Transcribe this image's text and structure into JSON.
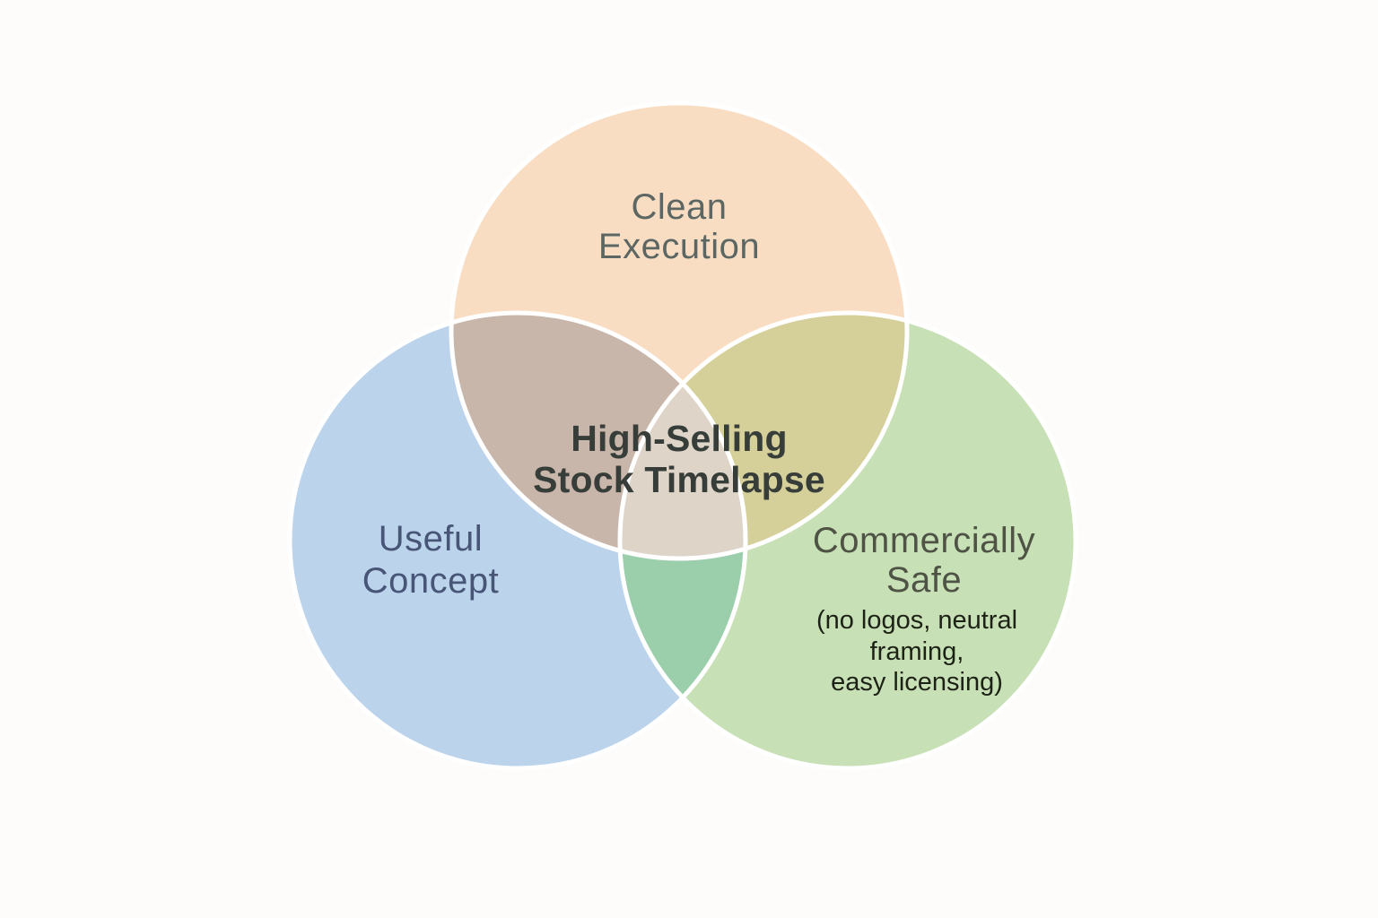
{
  "background": "#fdfcfa",
  "diagram": {
    "stroke_color": "#ffffff",
    "center_label": {
      "line1": "High-Selling",
      "line2": "Stock Timelapse",
      "color": "#373d39"
    },
    "circles": {
      "top": {
        "label_line1": "Clean",
        "label_line2": "Execution",
        "fill": "#f9ddc2",
        "text_color": "#5c6663"
      },
      "left": {
        "label_line1": "Useful",
        "label_line2": "Concept",
        "fill": "#bcd3ec",
        "text_color": "#475677"
      },
      "right": {
        "label_line1": "Commercially",
        "label_line2": "Safe",
        "fill": "#c8e0b5",
        "text_color": "#4e5345",
        "caption_line1": "(no logos, neutral",
        "caption_line2": "framing,",
        "caption_line3": "easy licensing)",
        "caption_color": "#1d2216"
      }
    },
    "overlaps": {
      "top_left": "#c9b6aa",
      "top_right": "#d5cf99",
      "left_right": "#9bcfac",
      "center": "#ded4c8"
    }
  }
}
